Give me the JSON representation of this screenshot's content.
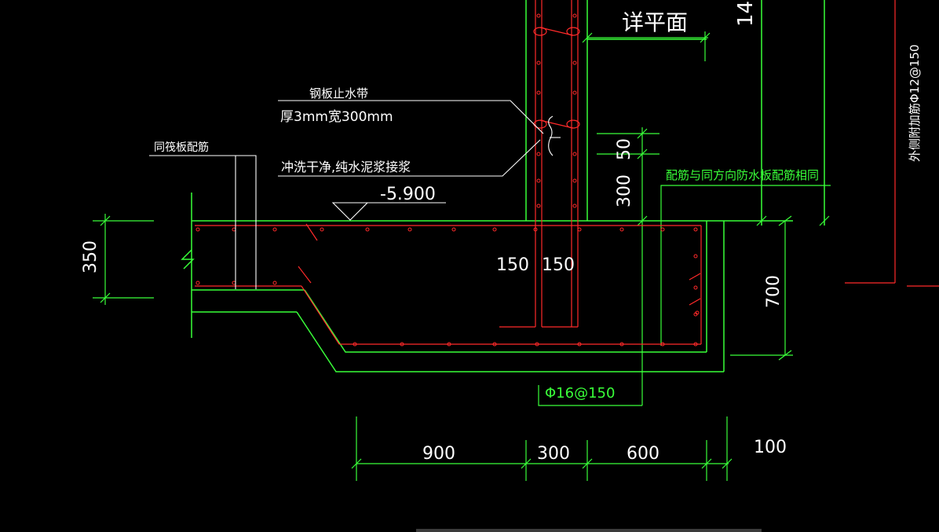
{
  "labels": {
    "steel_plate_title": "钢板止水带",
    "steel_plate_spec": "厚3mm宽300mm",
    "same_slab_rebar": "同筏板配筋",
    "wash_note": "冲洗干净,纯水泥浆接浆",
    "elevation": "-5.900",
    "detail_plan": "详平面",
    "top_cut": "14",
    "rebar_same_dir": "配筋与同方向防水板配筋相同",
    "outer_rebar": "外侧附加筋Φ12@150",
    "bottom_rebar": "Φ16@150"
  },
  "dimensions": {
    "d350": "350",
    "d150_left": "150",
    "d150_right": "150",
    "d300_vertical": "300",
    "d50_vertical": "50",
    "d700": "700",
    "d900": "900",
    "d300": "300",
    "d600": "600",
    "d100": "100"
  },
  "colors": {
    "background": "#000000",
    "structure_line": "#39ff39",
    "rebar": "#ff2a2a",
    "annotation": "#ffffff"
  }
}
